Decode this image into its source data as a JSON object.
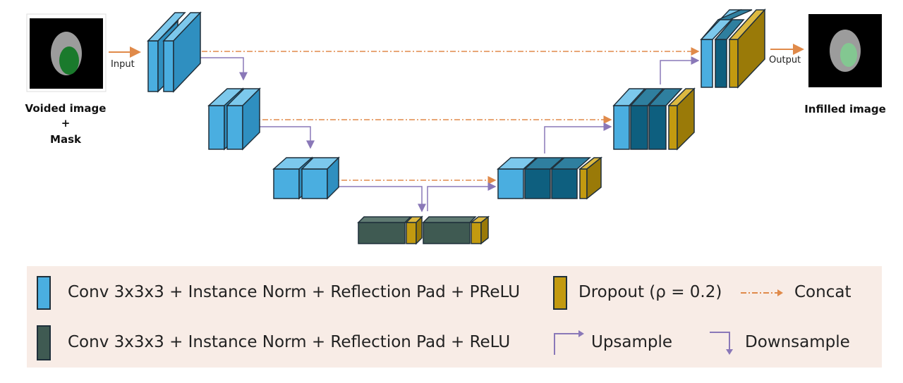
{
  "input_image": {
    "caption_line1": "Voided image",
    "caption_line2": "+",
    "caption_line3": "Mask"
  },
  "output_image": {
    "caption": "Infilled image"
  },
  "flow": {
    "input_label": "Input",
    "output_label": "Output"
  },
  "colors": {
    "conv_prelu": "#4aaee0",
    "conv_relu": "#3f5a52",
    "decoder_conv": "#0e5f7f",
    "dropout": "#c29a10",
    "concat_arrow": "#e08a4a",
    "sample_arrow": "#8a78b8",
    "legend_bg": "#f8ece6"
  },
  "legend": {
    "conv_prelu": "Conv 3x3x3 + Instance Norm + Reflection Pad + PReLU",
    "conv_relu": "Conv 3x3x3 + Instance Norm + Reflection Pad + ReLU",
    "dropout": "Dropout (ρ = 0.2)",
    "concat": "Concat",
    "upsample": "Upsample",
    "downsample": "Downsample"
  }
}
